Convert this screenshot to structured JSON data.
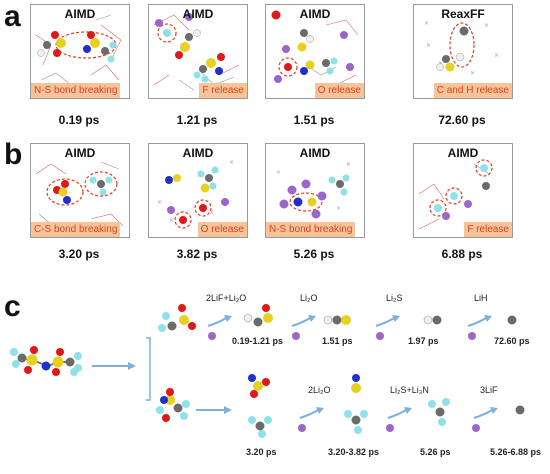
{
  "panel_a": {
    "letter": "a",
    "boxes": [
      {
        "title": "AIMD",
        "label": "N-S bond breaking",
        "time": "0.19 ps"
      },
      {
        "title": "AIMD",
        "label": "F release",
        "time": "1.21 ps"
      },
      {
        "title": "AIMD",
        "label": "O release",
        "time": "1.51 ps"
      },
      {
        "title": "ReaxFF",
        "label": "C and H release",
        "time": "72.60 ps"
      }
    ]
  },
  "panel_b": {
    "letter": "b",
    "boxes": [
      {
        "title": "AIMD",
        "label": "C-S bond breaking",
        "time": "3.20 ps"
      },
      {
        "title": "AIMD",
        "label": "O release",
        "time": "3.82 ps"
      },
      {
        "title": "AIMD",
        "label": "N-S bond breaking",
        "time": "5.26 ps"
      },
      {
        "title": "AIMD",
        "label": "F release",
        "time": "6.88 ps"
      }
    ]
  },
  "panel_c": {
    "letter": "c",
    "top_row": {
      "products": [
        "2LiF+Li₂O",
        "Li₂O",
        "Li₂S",
        "LiH"
      ],
      "times": [
        "0.19-1.21 ps",
        "1.51 ps",
        "1.97 ps",
        "72.60 ps"
      ]
    },
    "bottom_row": {
      "first_time": "3.20 ps",
      "products": [
        "2Li₂O",
        "Li₂S+Li₃N",
        "3LiF"
      ],
      "times": [
        "3.20-3.82 ps",
        "5.26 ps",
        "5.26-6.88 ps"
      ]
    }
  },
  "colors": {
    "highlight_red": "#e0401c",
    "label_bg": "#f5c49a",
    "arrow_blue": "#7fb0d8",
    "carbon": "#6b6b6b",
    "oxygen": "#e01818",
    "sulfur": "#e8d020",
    "nitrogen": "#2030c8",
    "fluorine": "#8fe0e8",
    "lithium": "#9a66c8",
    "hydrogen": "#f0f0f0"
  }
}
